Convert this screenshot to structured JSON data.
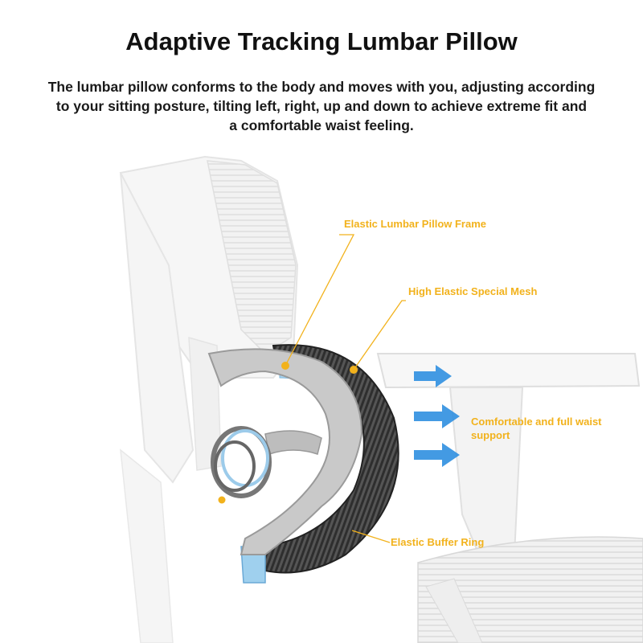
{
  "header": {
    "title": "Adaptive Tracking Lumbar Pillow",
    "description_lines": [
      "The lumbar pillow conforms to the body and moves with you, adjusting according",
      "to your sitting posture, tilting left, right, up and down to achieve extreme fit and",
      "a comfortable waist feeling."
    ]
  },
  "callouts": {
    "frame": "Elastic Lumbar Pillow Frame",
    "mesh": "High Elastic Special Mesh",
    "support": "Comfortable and full waist support",
    "ring": "Elastic Buffer Ring"
  },
  "colors": {
    "accent": "#f2b21c",
    "arrow": "#2f8fe0",
    "blue_trim": "#8ec3e6",
    "mesh_dark": "#3e3e3e",
    "chair_white": "#eeeeee"
  },
  "icons": [
    "arrow-right-icon",
    "arrow-right-icon",
    "arrow-right-icon"
  ]
}
